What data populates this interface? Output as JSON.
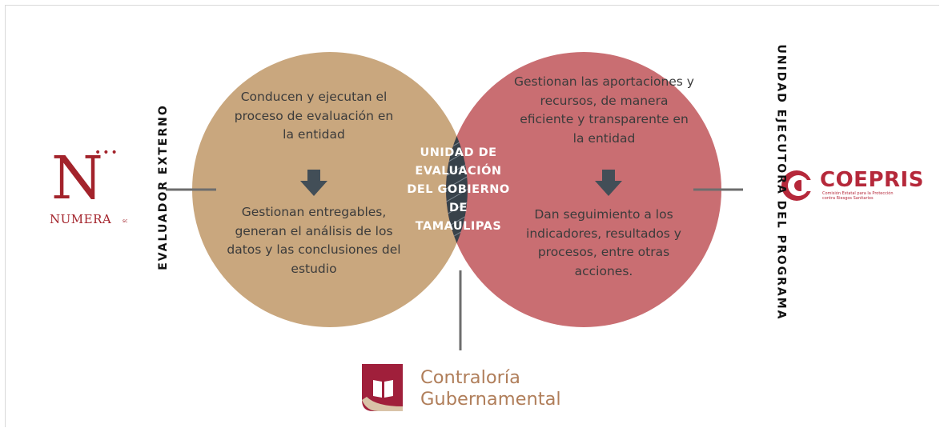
{
  "diagram": {
    "left_circle": {
      "color": "#c9a77e",
      "top_text": "Conducen y ejecutan el proceso de evaluación en la entidad",
      "bottom_text": "Gestionan entregables, generan el análisis de los datos y las conclusiones del estudio"
    },
    "right_circle": {
      "color": "#c96e72",
      "top_text": "Gestionan las aportaciones y recursos, de manera eficiente y transparente en la entidad",
      "bottom_text": "Dan seguimiento a los indicadores, resultados y procesos, entre otras acciones."
    },
    "intersection": {
      "color": "#38424a",
      "title": "UNIDAD DE EVALUACIÓN DEL GOBIERNO DE TAMAULIPAS"
    },
    "arrow_color": "#424e57",
    "left_label": "EVALUADOR EXTERNO",
    "right_label": "UNIDAD EJECUTORA DEL PROGRAMA"
  },
  "logos": {
    "numera": {
      "letter": "N",
      "dots": "•••",
      "word": "NUMERA",
      "suffix": "sc",
      "color": "#a3232b"
    },
    "coepris": {
      "word": "COEPRIS",
      "subtitle": "Comisión Estatal para la Protección contra Riesgos Sanitarios",
      "color": "#b5283a",
      "icon": "coepris-c-icon"
    },
    "contraloria": {
      "line1": "Contraloría",
      "line2": "Gubernamental",
      "color": "#b07e5a",
      "icon": "book-icon"
    }
  }
}
